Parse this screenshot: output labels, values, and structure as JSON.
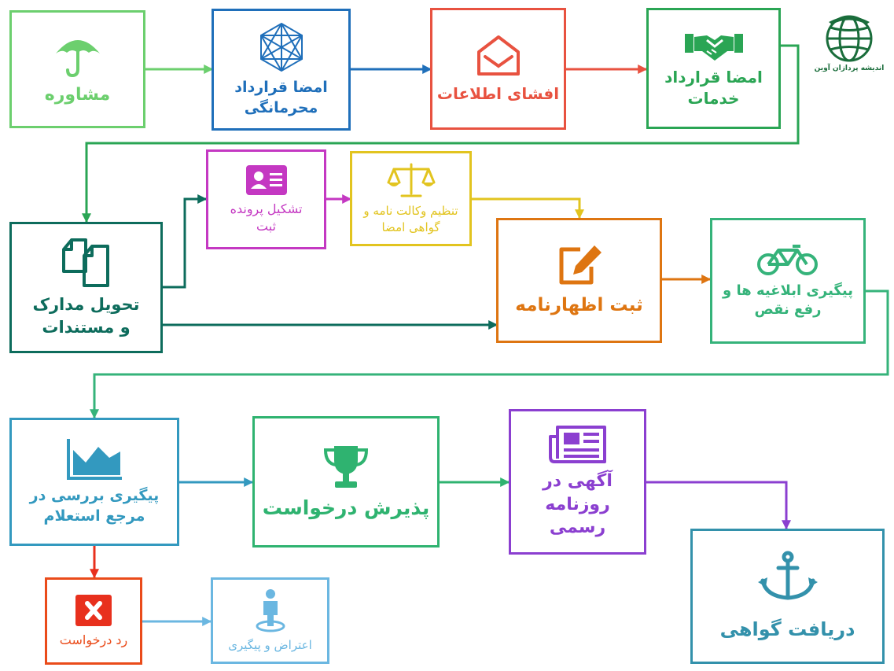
{
  "colors": {
    "consult": "#6ccf6e",
    "nda": "#1f6fba",
    "disclosure": "#e85240",
    "service": "#2aa554",
    "documents": "#0d6c5c",
    "file": "#c438c2",
    "poa": "#e2c41f",
    "declaration": "#de7511",
    "followup": "#35b37a",
    "inquiry": "#3399bf",
    "acceptance": "#2fb370",
    "gazette": "#8b3fd0",
    "certificate": "#3391ab",
    "reject": "#ea4b1a",
    "reject_icon": "#e8301d",
    "objection": "#6bb7e1"
  },
  "logo": {
    "caption": "اندیشه پردازان آوین",
    "icon": "globe-icon"
  },
  "nodes": {
    "consult": {
      "label": "مشاوره",
      "icon": "umbrella-icon"
    },
    "nda": {
      "label": "امضا قرارداد محرمانگی",
      "icon": "network-icon"
    },
    "disclosure": {
      "label": "افشای اطلاعات",
      "icon": "open-envelope-icon"
    },
    "service": {
      "label": "امضا قرارداد خدمات",
      "icon": "handshake-icon"
    },
    "documents": {
      "label": "تحویل مدارک و مستندات",
      "icon": "copy-documents-icon"
    },
    "file": {
      "label": "تشکیل پرونده ثبت",
      "icon": "id-card-icon"
    },
    "poa": {
      "label": "تنظیم وکالت نامه و گواهی امضا",
      "icon": "balance-scale-icon"
    },
    "declaration": {
      "label": "ثبت اظهارنامه",
      "icon": "edit-icon"
    },
    "followup": {
      "label": "پیگیری ابلاغیه ها و رفع نقص",
      "icon": "bicycle-icon"
    },
    "inquiry": {
      "label": "پیگیری بررسی در مرجع استعلام",
      "icon": "area-chart-icon"
    },
    "acceptance": {
      "label": "پذیرش درخواست",
      "icon": "trophy-icon"
    },
    "gazette": {
      "label": "آگهی در روزنامه رسمی",
      "icon": "newspaper-icon"
    },
    "certificate": {
      "label": "دریافت گواهی",
      "icon": "anchor-icon"
    },
    "reject": {
      "label": "رد درخواست",
      "icon": "close-icon"
    },
    "objection": {
      "label": "اعتراض و پیگیری",
      "icon": "user-location-icon"
    }
  }
}
